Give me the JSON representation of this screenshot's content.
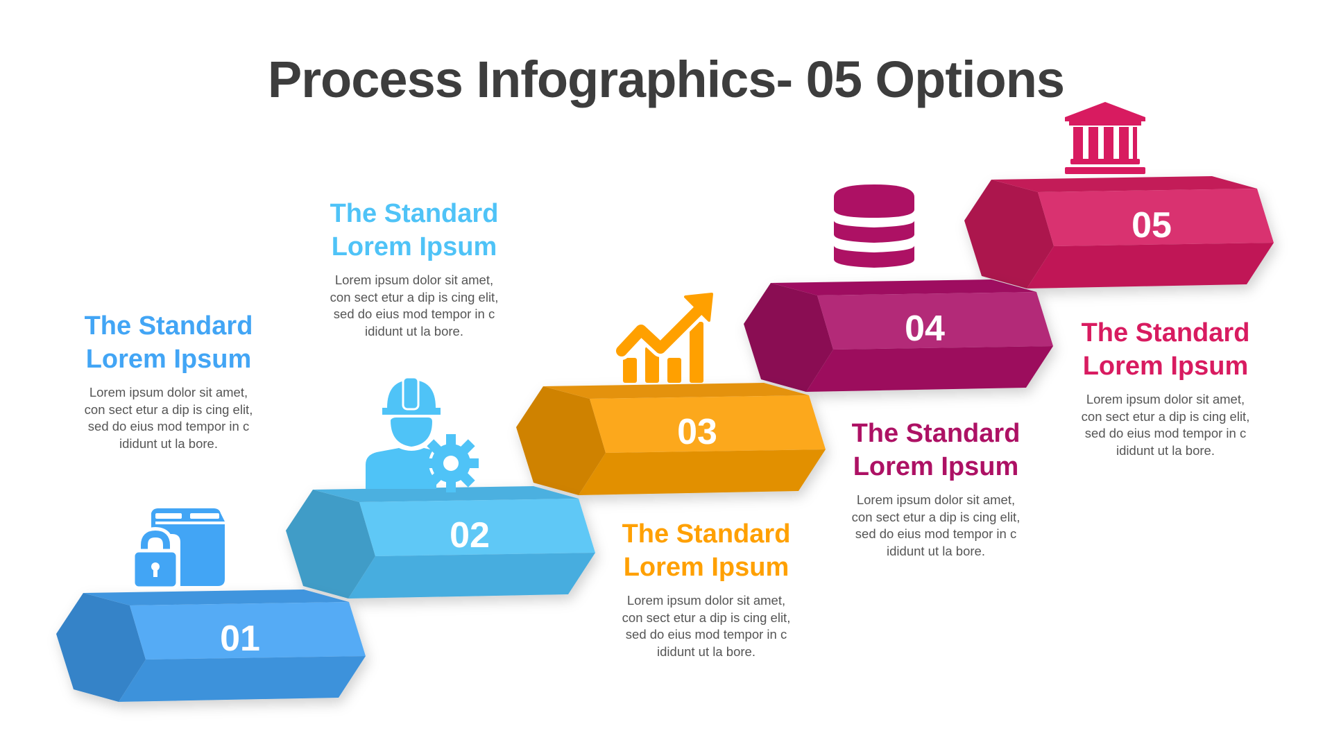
{
  "title": "Process Infographics- 05 Options",
  "steps": [
    {
      "number": "01",
      "heading_line1": "The Standard",
      "heading_line2": "Lorem Ipsum",
      "body_lines": [
        "Lorem ipsum dolor sit  amet,",
        "con sect etur a dip is cing elit,",
        "sed do eius mod tempor in c",
        "ididunt ut la bore."
      ],
      "icon": "box-lock-icon",
      "color": "#42a5f5",
      "face_colors": {
        "front": "#55abf5",
        "top": "#3f95de",
        "bottom": "#3d92db",
        "end": "#3683c8"
      }
    },
    {
      "number": "02",
      "heading_line1": "The Standard",
      "heading_line2": "Lorem Ipsum",
      "body_lines": [
        "Lorem ipsum dolor sit  amet,",
        "con sect etur a dip is cing elit,",
        "sed do eius mod tempor in c",
        "ididunt ut la bore."
      ],
      "icon": "worker-gear-icon",
      "color": "#4fc3f7",
      "face_colors": {
        "front": "#5fc8f6",
        "top": "#4bb0e0",
        "bottom": "#47addf",
        "end": "#409cc7"
      }
    },
    {
      "number": "03",
      "heading_line1": "The Standard",
      "heading_line2": "Lorem Ipsum",
      "body_lines": [
        "Lorem ipsum dolor sit  amet,",
        "con sect etur a dip is cing elit,",
        "sed do eius mod tempor in c",
        "ididunt ut la bore."
      ],
      "icon": "growth-chart-icon",
      "color": "#ffa000",
      "face_colors": {
        "front": "#fca81f",
        "top": "#e4920a",
        "bottom": "#e29006",
        "end": "#cf8202"
      }
    },
    {
      "number": "04",
      "heading_line1": "The Standard",
      "heading_line2": "Lorem Ipsum",
      "body_lines": [
        "Lorem ipsum dolor sit  amet,",
        "con sect etur a dip is cing elit,",
        "sed do eius mod tempor in c",
        "ididunt ut la bore."
      ],
      "icon": "database-icon",
      "color": "#ad1164",
      "face_colors": {
        "front": "#b32978",
        "top": "#9e1160",
        "bottom": "#9c0f5d",
        "end": "#8a0c52"
      }
    },
    {
      "number": "05",
      "heading_line1": "The Standard",
      "heading_line2": "Lorem Ipsum",
      "body_lines": [
        "Lorem ipsum dolor sit  amet,",
        "con sect etur a dip is cing elit,",
        "sed do eius mod tempor in c",
        "ididunt ut la bore."
      ],
      "icon": "bank-icon",
      "color": "#d81b60",
      "face_colors": {
        "front": "#d9336f",
        "top": "#c31a58",
        "bottom": "#c01956",
        "end": "#ac164d"
      }
    }
  ]
}
